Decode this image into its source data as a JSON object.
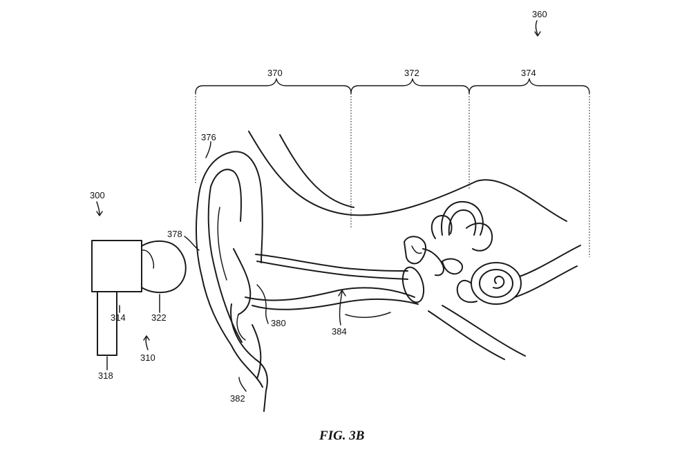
{
  "figure": {
    "caption": "FIG. 3B",
    "labels": {
      "ref_360": "360",
      "ref_370": "370",
      "ref_372": "372",
      "ref_374": "374",
      "ref_376": "376",
      "ref_378": "378",
      "ref_380": "380",
      "ref_382": "382",
      "ref_384": "384",
      "ref_300": "300",
      "ref_310": "310",
      "ref_314": "314",
      "ref_318": "318",
      "ref_322": "322"
    }
  }
}
